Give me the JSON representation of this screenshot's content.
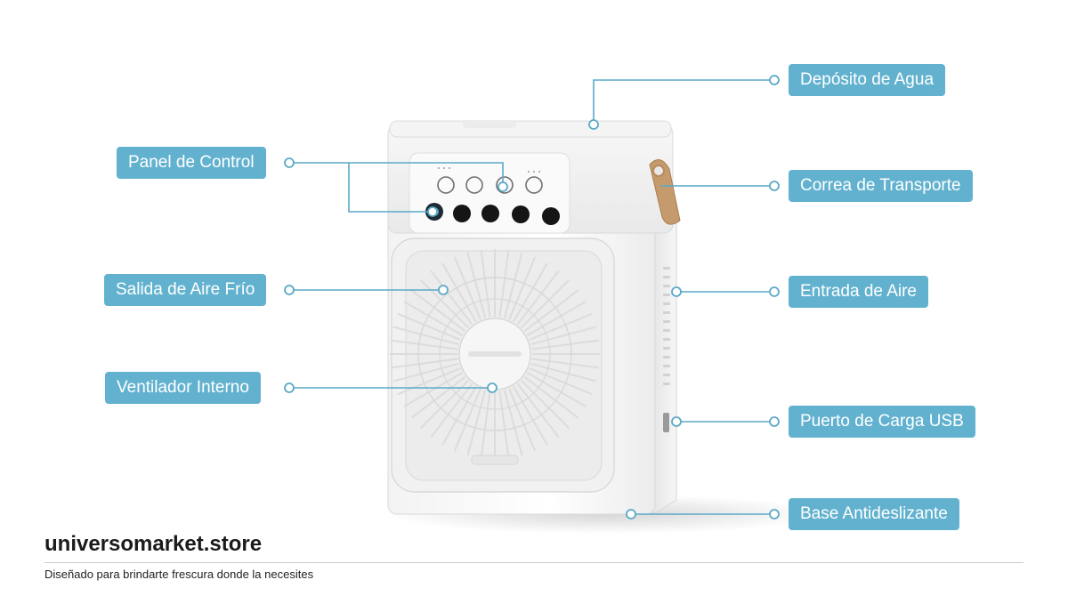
{
  "accent_color": "#62b2cf",
  "line_color": "#5aa9c6",
  "labels": {
    "water_tank": "Depósito de Agua",
    "control_panel": "Panel de Control",
    "carry_strap": "Correa de Transporte",
    "cold_air_outlet": "Salida de Aire Frío",
    "air_inlet": "Entrada de Aire",
    "internal_fan": "Ventilador Interno",
    "usb_port": "Puerto de Carga USB",
    "non_slip_base": "Base Antideslizante"
  },
  "footer": {
    "brand": "universomarket.store",
    "tagline": "Diseñado para brindarte frescura donde la necesites"
  }
}
